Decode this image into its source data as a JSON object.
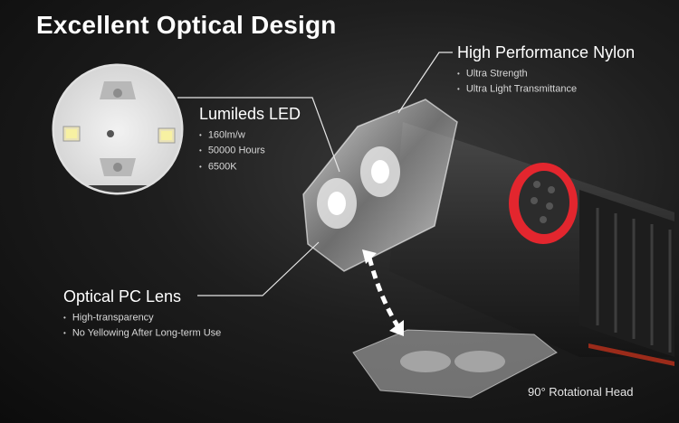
{
  "title": "Excellent Optical Design",
  "callouts": {
    "nylon": {
      "heading": "High Performance Nylon",
      "bullets": [
        "Ultra Strength",
        "Ultra Light Transmittance"
      ]
    },
    "led": {
      "heading": "Lumileds LED",
      "bullets": [
        "160lm/w",
        "50000 Hours",
        "6500K"
      ]
    },
    "lens": {
      "heading": "Optical PC Lens",
      "bullets": [
        "High-transparency",
        "No Yellowing After Long-term Use"
      ]
    }
  },
  "rotation_label": "90° Rotational Head",
  "colors": {
    "background": "#111111",
    "accent_ring": "#e3262e",
    "body": "#2a2a2a"
  }
}
